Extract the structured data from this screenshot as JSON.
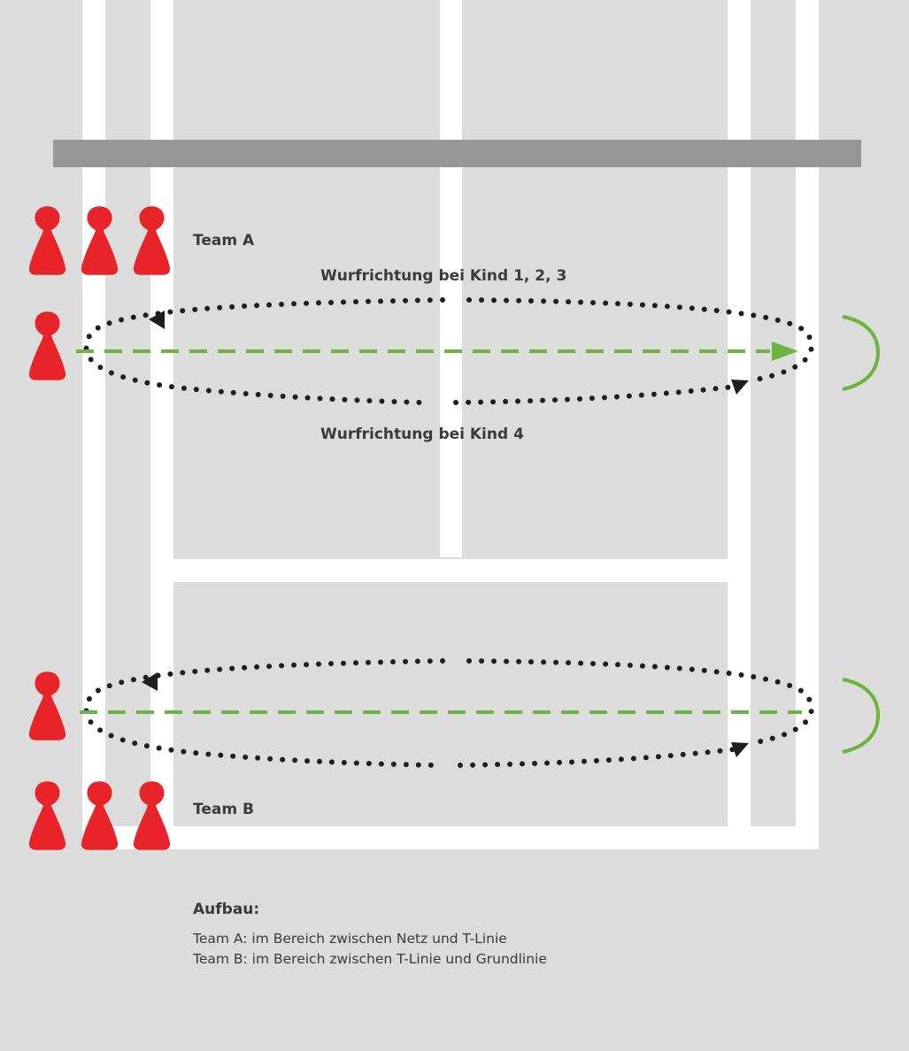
{
  "colors": {
    "background": "#dcdcdc",
    "court_lines": "#ffffff",
    "net": "#969696",
    "player": "#e8232a",
    "throw_path": "#1e1e1e",
    "ball_path": "#6cb33f",
    "target": "#6cb33f",
    "text": "#3a3a3a"
  },
  "labels": {
    "team_a": "Team A",
    "team_b": "Team B",
    "direction_top": "Wurfrichtung bei Kind 1, 2, 3",
    "direction_bottom": "Wurfrichtung bei Kind 4"
  },
  "legend": {
    "title": "Aufbau:",
    "lines": [
      "Team A: im Bereich zwischen Netz und T-Linie",
      "Team B: im Bereich zwischen T-Linie und Grundlinie"
    ]
  },
  "icons": {
    "player": "game-pawn-icon",
    "target": "target-arc-icon"
  }
}
